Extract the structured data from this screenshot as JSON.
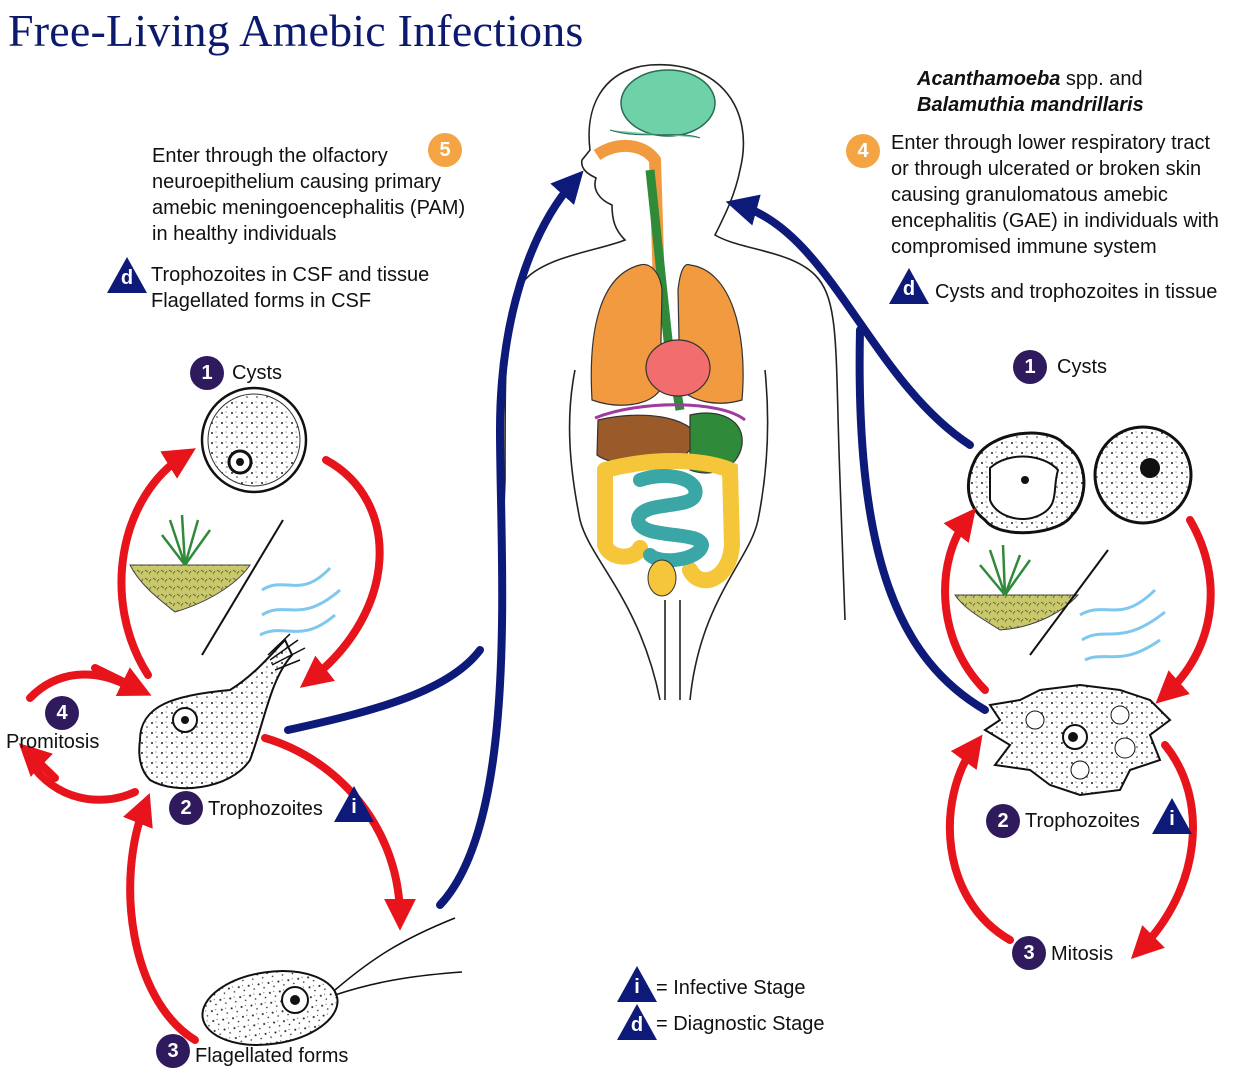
{
  "title": "Free-Living Amebic Infections",
  "left": {
    "step5_number": "5",
    "step5_lines": [
      "Enter through the olfactory",
      "neuroepithelium causing primary",
      "amebic meningoencephalitis (PAM)",
      "in healthy individuals"
    ],
    "diagnostic_badge": "d",
    "diagnostic_lines": [
      "Trophozoites in CSF and tissue",
      "Flagellated forms in CSF"
    ],
    "cysts_number": "1",
    "cysts_label": "Cysts",
    "promitosis_number": "4",
    "promitosis_label": "Promitosis",
    "trophozoites_number": "2",
    "trophozoites_label": "Trophozoites",
    "infective_badge": "i",
    "flagellated_number": "3",
    "flagellated_label": "Flagellated forms"
  },
  "right": {
    "species_line1_italic": "Acanthamoeba",
    "species_line1_rest": " spp. and",
    "species_line2": "Balamuthia mandrillaris",
    "step4_number": "4",
    "step4_lines": [
      "Enter through lower respiratory tract",
      "or through ulcerated or broken skin",
      "causing granulomatous amebic",
      "encephalitis (GAE) in individuals with",
      "compromised immune system"
    ],
    "diagnostic_badge": "d",
    "diagnostic_text": "Cysts and trophozoites in tissue",
    "cysts_number": "1",
    "cysts_label": "Cysts",
    "trophozoites_number": "2",
    "trophozoites_label": "Trophozoites",
    "infective_badge": "i",
    "mitosis_number": "3",
    "mitosis_label": "Mitosis"
  },
  "legend": {
    "infective_badge": "i",
    "infective_text": "= Infective Stage",
    "diagnostic_badge": "d",
    "diagnostic_text": "= Diagnostic Stage"
  },
  "colors": {
    "title": "#0c1a6e",
    "red_arrow": "#e8141c",
    "blue_arrow": "#0e1a7a",
    "badge_purple": "#2e1a5c",
    "badge_orange": "#f5a443",
    "brain": "#6fd1a8",
    "lungs": "#f29a3f",
    "heart": "#f26d6d",
    "liver": "#9a5a2a",
    "stomach": "#2f8a3a",
    "intestine_small": "#3aa6a6",
    "intestine_large": "#f5c53a",
    "soil": "#c9c96a",
    "water": "#7ec8ef"
  },
  "icons": [
    "cyst-icon",
    "trophozoite-icon",
    "flagellate-icon",
    "grass-soil-icon",
    "water-icon",
    "human-body-icon",
    "brain-icon",
    "lungs-icon",
    "heart-icon"
  ]
}
